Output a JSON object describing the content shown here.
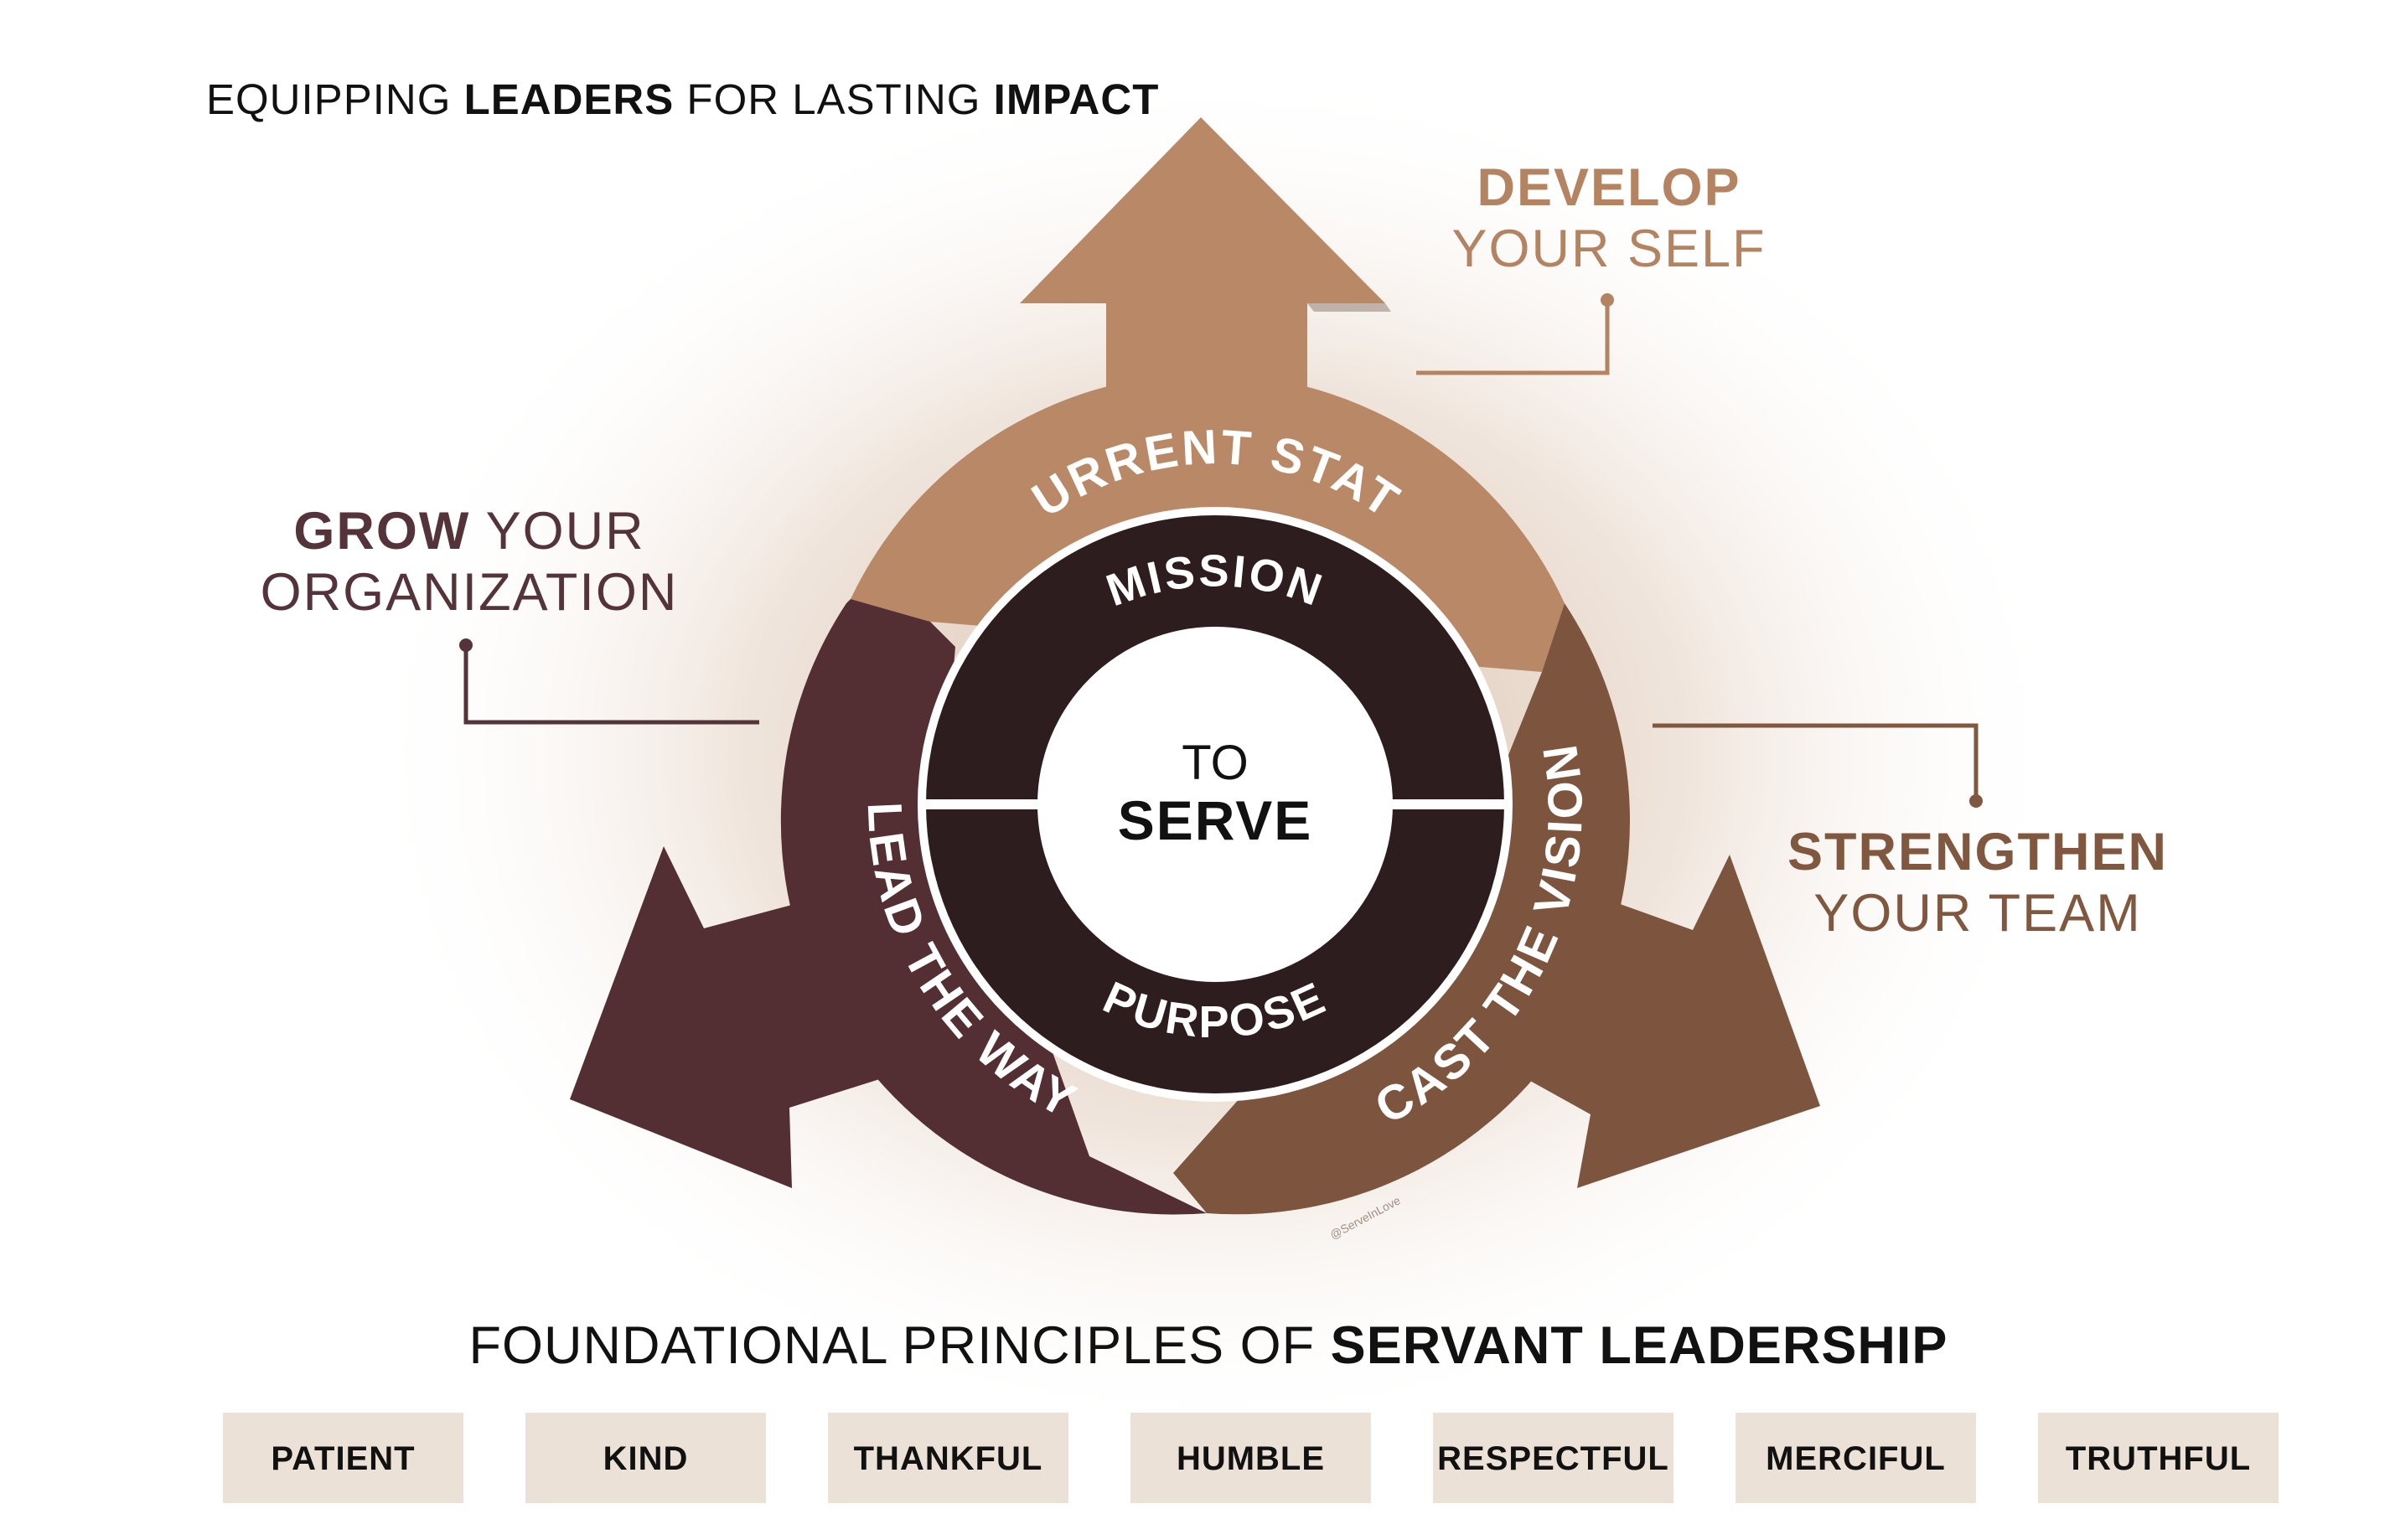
{
  "header": {
    "part1": "EQUIPPING ",
    "part2": "LEADERS",
    "part3": " FOR LASTING ",
    "part4": "IMPACT"
  },
  "labels": {
    "develop": {
      "bold": "DEVELOP",
      "rest": "YOUR SELF"
    },
    "grow": {
      "bold": "GROW",
      "rest1": " YOUR",
      "rest2": "ORGANIZATION"
    },
    "strengthen": {
      "bold": "STRENGTHEN",
      "rest": "YOUR TEAM"
    }
  },
  "cycle": {
    "current_state": "CURRENT STATE",
    "lead_the_way": "LEAD THE WAY",
    "cast_the_vision": "CAST THE VISION",
    "mission": "MISSION",
    "purpose": "PURPOSE",
    "center_top": "TO",
    "center_bottom": "SERVE",
    "credit": "@ServeInLove"
  },
  "principles": {
    "title_part1": "FOUNDATIONAL PRINCIPLES OF ",
    "title_part2": "SERVANT LEADERSHIP",
    "items": [
      "PATIENT",
      "KIND",
      "THANKFUL",
      "HUMBLE",
      "RESPECTFUL",
      "MERCIFUL",
      "TRUTHFUL"
    ]
  },
  "colors": {
    "tan": "#b98866",
    "maroon": "#532f33",
    "brown": "#7d553e",
    "ring": "#2e1d1f",
    "box": "#ece1d6",
    "grow_text": "#54343a",
    "develop_text": "#b48462",
    "strengthen_text": "#80573f"
  }
}
